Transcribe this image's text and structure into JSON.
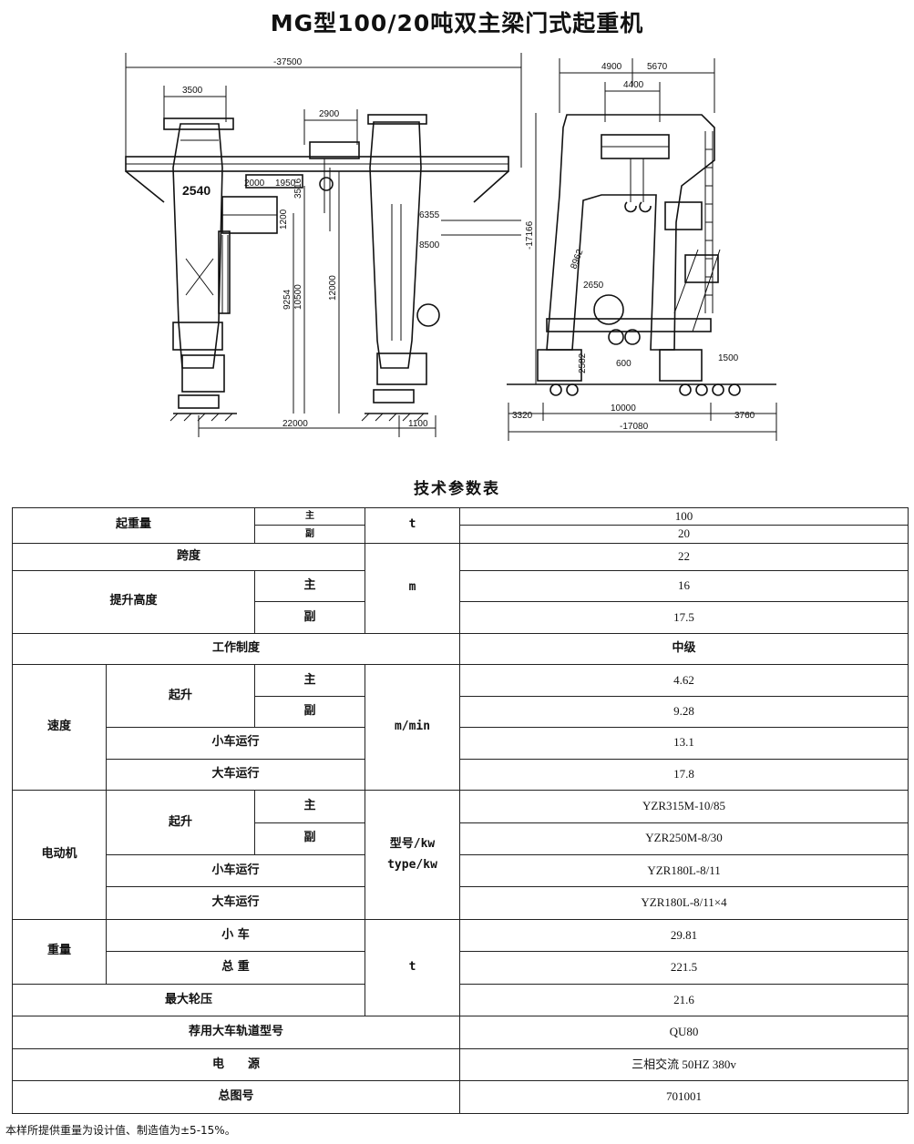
{
  "page": {
    "title": "MG型100/20吨双主梁门式起重机",
    "subtitle": "技术参数表",
    "note": "本样所提供重量为设计值、制造值为±5-15%。"
  },
  "drawing": {
    "dims": {
      "overall_length": "-37500",
      "leg_width": "3500",
      "trolley_gauge": "2900",
      "hook_dim": "2540",
      "d2000": "2000",
      "d1950": "1950",
      "d3516": "3516",
      "d1200": "1200",
      "d6355": "6355",
      "d8500": "8500",
      "d9254": "9254",
      "d10500": "10500",
      "d12000": "12000",
      "span": "22000",
      "d1100": "1100",
      "side_4900": "4900",
      "side_5670": "5670",
      "side_4400": "4400",
      "side_17166": "-17166",
      "side_8962": "8962",
      "side_2650": "2650",
      "side_2582": "2582",
      "side_600": "600",
      "side_1500": "1500",
      "side_3320": "3320",
      "side_10000": "10000",
      "side_3760": "3760",
      "side_17080": "-17080"
    }
  },
  "table": {
    "lifting_capacity": "起重量",
    "main": "主",
    "aux": "副",
    "unit_t": "t",
    "cap_main": "100",
    "cap_aux": "20",
    "span": "跨度",
    "span_val": "22",
    "lift_height": "提升高度",
    "unit_m": "m",
    "lh_main": "16",
    "lh_aux": "17.5",
    "duty": "工作制度",
    "duty_val": "中级",
    "speed": "速度",
    "hoist": "起升",
    "unit_speed": "m/min",
    "sp_main": "4.62",
    "sp_aux": "9.28",
    "trolley_travel": "小车运行",
    "sp_trolley": "13.1",
    "crane_travel": "大车运行",
    "sp_crane": "17.8",
    "motor": "电动机",
    "unit_motor_1": "型号/kw",
    "unit_motor_2": "type/kw",
    "m_main": "YZR315M-10/85",
    "m_aux": "YZR250M-8/30",
    "m_trolley": "YZR180L-8/11",
    "m_crane": "YZR180L-8/11×4",
    "weight": "重量",
    "w_trolley": "小 车",
    "w_trolley_val": "29.81",
    "w_total": "总 重",
    "w_total_val": "221.5",
    "max_wheel": "最大轮压",
    "max_wheel_val": "21.6",
    "rail": "荐用大车轨道型号",
    "rail_val": "QU80",
    "power": "电　　源",
    "power_val": "三相交流 50HZ 380v",
    "drawing_no": "总图号",
    "drawing_no_val": "701001"
  }
}
